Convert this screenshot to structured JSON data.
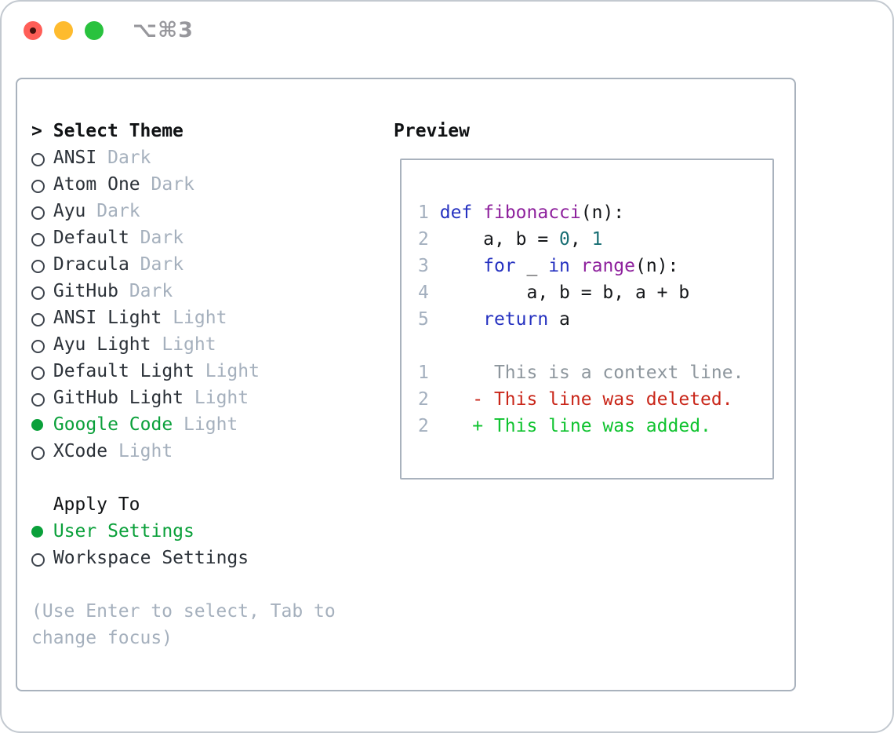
{
  "window": {
    "title": "⌥⌘3"
  },
  "colors": {
    "panel_border": "#a9b2bd",
    "selected_green": "#0aa03a",
    "muted_gray": "#a5b0bd",
    "keyword_blue": "#2531c0",
    "function_purple": "#8e219d",
    "literal_teal": "#176e73",
    "deleted_red": "#c92619",
    "added_green": "#0fc32f",
    "traffic_red": "#ff5e57",
    "traffic_yellow": "#febb2e",
    "traffic_green": "#29c23e"
  },
  "theme_selector": {
    "prompt": ">",
    "title": "Select Theme",
    "items": [
      {
        "name": "ANSI",
        "variant": "Dark",
        "selected": false
      },
      {
        "name": "Atom One",
        "variant": "Dark",
        "selected": false
      },
      {
        "name": "Ayu",
        "variant": "Dark",
        "selected": false
      },
      {
        "name": "Default",
        "variant": "Dark",
        "selected": false
      },
      {
        "name": "Dracula",
        "variant": "Dark",
        "selected": false
      },
      {
        "name": "GitHub",
        "variant": "Dark",
        "selected": false
      },
      {
        "name": "ANSI Light",
        "variant": "Light",
        "selected": false
      },
      {
        "name": "Ayu Light",
        "variant": "Light",
        "selected": false
      },
      {
        "name": "Default Light",
        "variant": "Light",
        "selected": false
      },
      {
        "name": "GitHub Light",
        "variant": "Light",
        "selected": false
      },
      {
        "name": "Google Code",
        "variant": "Light",
        "selected": true
      },
      {
        "name": "XCode",
        "variant": "Light",
        "selected": false
      }
    ]
  },
  "apply_to": {
    "title": "Apply To",
    "options": [
      {
        "name": "User Settings",
        "selected": true
      },
      {
        "name": "Workspace Settings",
        "selected": false
      }
    ]
  },
  "help_lines": [
    "(Use Enter to select, Tab to",
    "change focus)"
  ],
  "preview": {
    "label": "Preview",
    "code_lines": [
      {
        "num": "1",
        "tokens": [
          [
            "kw",
            "def"
          ],
          [
            "pl",
            " "
          ],
          [
            "fn",
            "fibonacci"
          ],
          [
            "pl",
            "(n):"
          ]
        ]
      },
      {
        "num": "2",
        "tokens": [
          [
            "pl",
            "    a, b = "
          ],
          [
            "lit",
            "0"
          ],
          [
            "pl",
            ", "
          ],
          [
            "lit",
            "1"
          ]
        ]
      },
      {
        "num": "3",
        "tokens": [
          [
            "pl",
            "    "
          ],
          [
            "kw",
            "for"
          ],
          [
            "pl",
            " _ "
          ],
          [
            "kw",
            "in"
          ],
          [
            "pl",
            " "
          ],
          [
            "fn",
            "range"
          ],
          [
            "pl",
            "(n):"
          ]
        ]
      },
      {
        "num": "4",
        "tokens": [
          [
            "pl",
            "        a, b = b, a + b"
          ]
        ]
      },
      {
        "num": "5",
        "tokens": [
          [
            "pl",
            "    "
          ],
          [
            "kw",
            "return"
          ],
          [
            "pl",
            " a"
          ]
        ]
      }
    ],
    "diff_lines": [
      {
        "num": "1",
        "marker": " ",
        "text": "This is a context line.",
        "type": "context"
      },
      {
        "num": "2",
        "marker": "-",
        "text": "This line was deleted.",
        "type": "deleted"
      },
      {
        "num": "2",
        "marker": "+",
        "text": "This line was added.",
        "type": "added"
      }
    ]
  }
}
